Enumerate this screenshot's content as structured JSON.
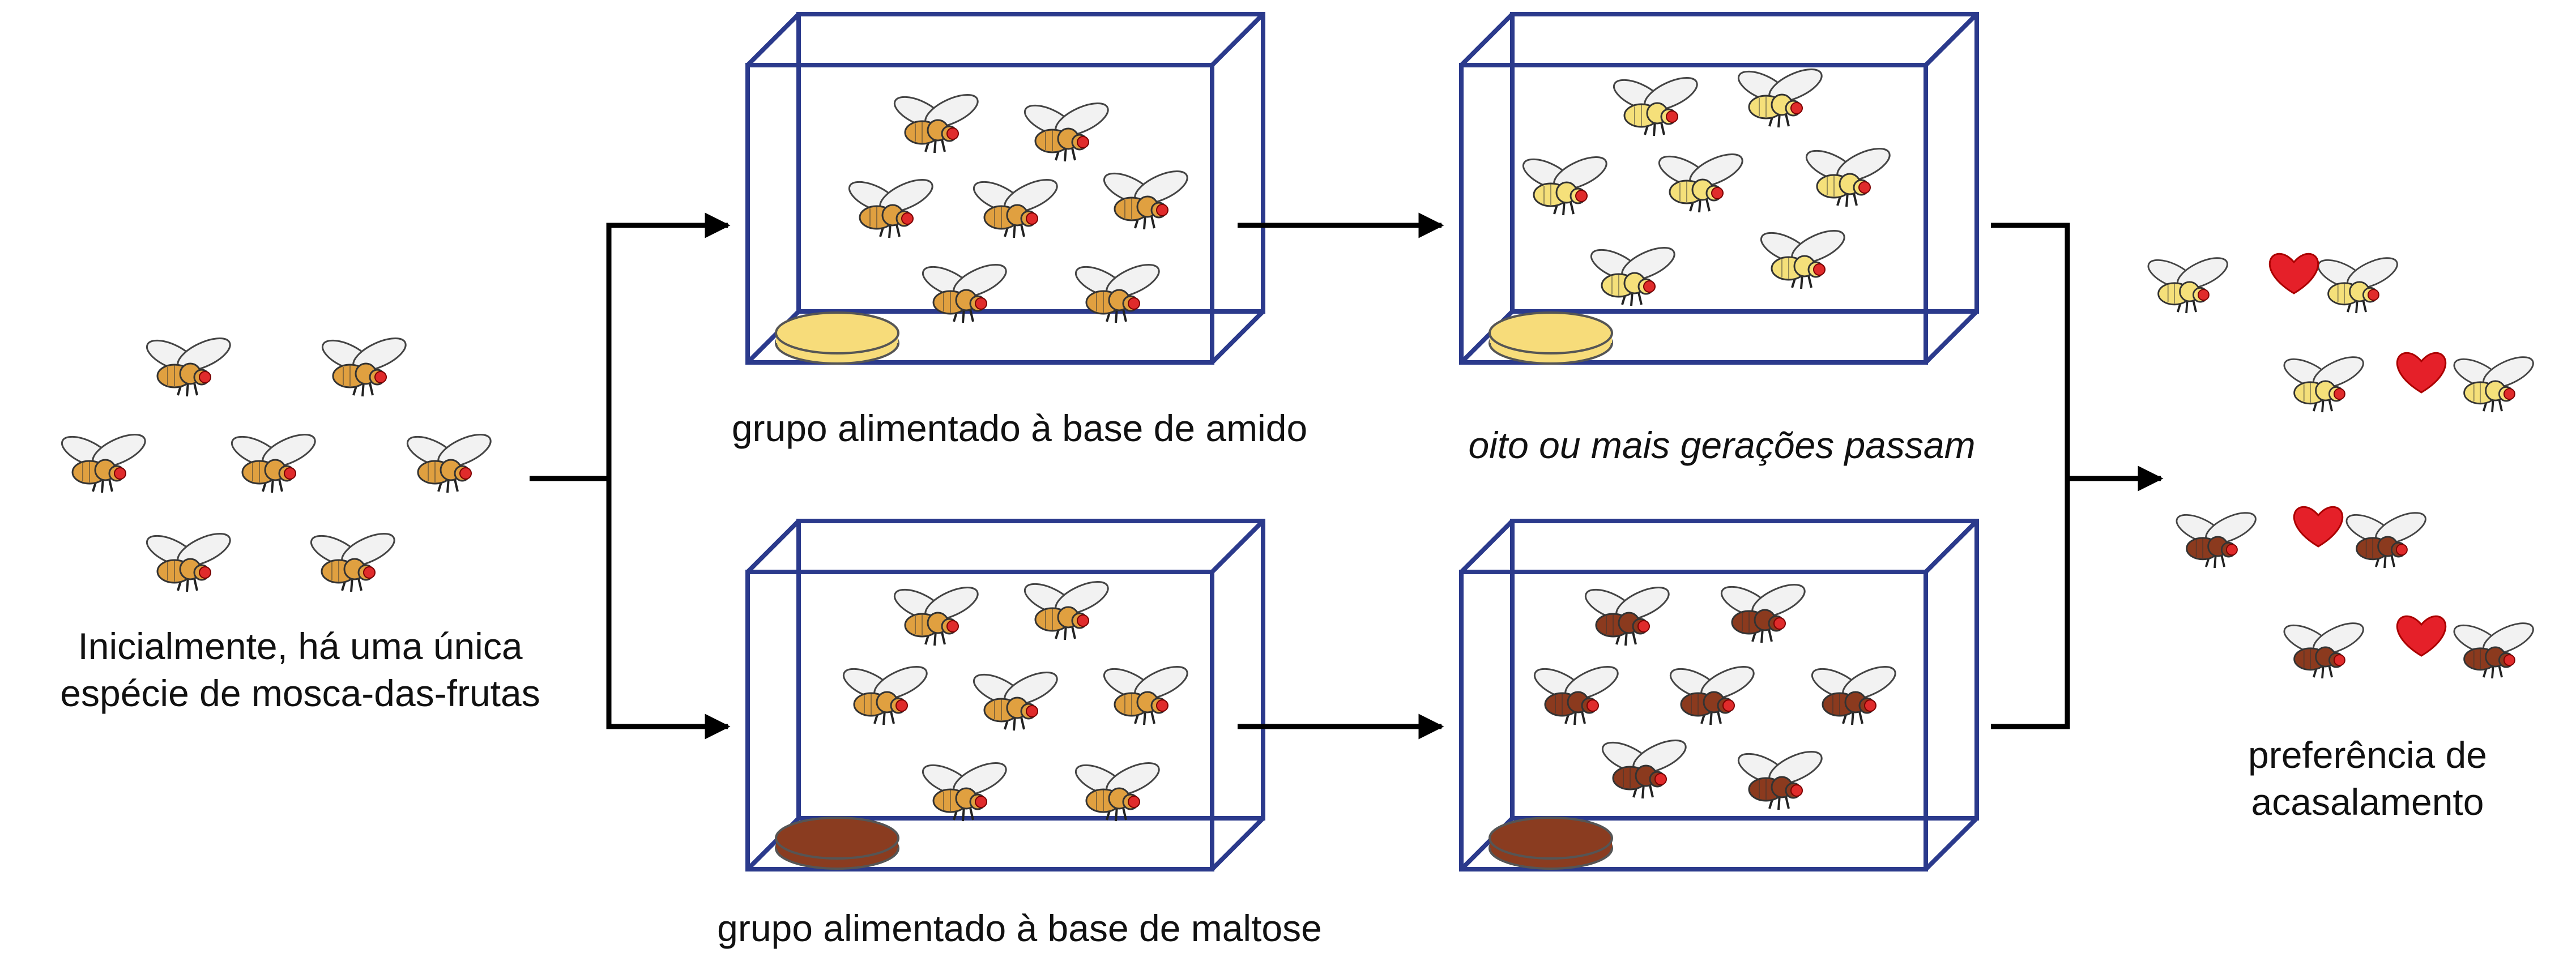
{
  "labels": {
    "initial_line1": "Inicialmente, há uma única",
    "initial_line2": "espécie de mosca-das-frutas",
    "starch_group": "grupo alimentado à base de amido",
    "maltose_group": "grupo alimentado à base de maltose",
    "generations": "oito ou mais gerações passam",
    "preference_line1": "preferência de",
    "preference_line2": "acasalamento"
  },
  "colors": {
    "box_outline": "#2b3a8c",
    "arrow": "#000000",
    "heart": "#e52029",
    "fly_initial": "#e0a040",
    "fly_starch": "#f5e07a",
    "fly_maltose": "#8b3a1e",
    "food_starch": "#f7dc7a",
    "food_maltose": "#8a3c20"
  },
  "icons": {
    "fly": "fruit-fly-icon",
    "heart": "heart-icon",
    "food": "food-dish-icon"
  }
}
